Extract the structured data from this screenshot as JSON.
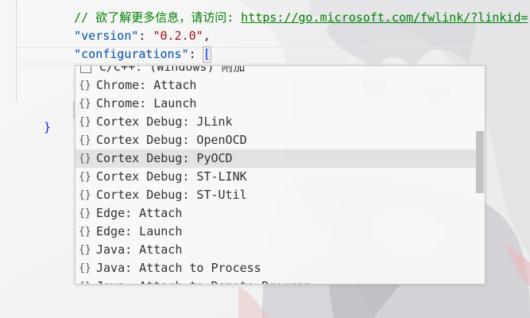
{
  "editor": {
    "comment_prefix": "// 欲了解更多信息，请访问: ",
    "comment_link": "https://go.microsoft.com/fwlink/?linkid=",
    "version_key": "\"version\"",
    "version_value": "\"0.2.0\"",
    "configurations_key": "\"configurations\"",
    "open_bracket": "[",
    "close_bracket": "]",
    "close_brace": "}",
    "colon": ": ",
    "comma": ","
  },
  "suggest": {
    "items": [
      {
        "label": "C/C++: (Windows) 附加",
        "icon": "square-icon"
      },
      {
        "label": "Chrome: Attach",
        "icon": "braces-icon"
      },
      {
        "label": "Chrome: Launch",
        "icon": "braces-icon"
      },
      {
        "label": "Cortex Debug: JLink",
        "icon": "braces-icon"
      },
      {
        "label": "Cortex Debug: OpenOCD",
        "icon": "braces-icon"
      },
      {
        "label": "Cortex Debug: PyOCD",
        "icon": "braces-icon",
        "selected": true
      },
      {
        "label": "Cortex Debug: ST-LINK",
        "icon": "braces-icon"
      },
      {
        "label": "Cortex Debug: ST-Util",
        "icon": "braces-icon"
      },
      {
        "label": "Edge: Attach",
        "icon": "braces-icon"
      },
      {
        "label": "Edge: Launch",
        "icon": "braces-icon"
      },
      {
        "label": "Java: Attach",
        "icon": "braces-icon"
      },
      {
        "label": "Java: Attach to Process",
        "icon": "braces-icon"
      },
      {
        "label": "Java: Attach to Remote Program",
        "icon": "braces-icon"
      }
    ],
    "braces_glyph": "{}"
  },
  "scroll": {
    "position_fraction": 0.3
  },
  "colors": {
    "key": "#0451a5",
    "string": "#a31515",
    "comment": "#008000",
    "bracket": "#0431fa"
  }
}
